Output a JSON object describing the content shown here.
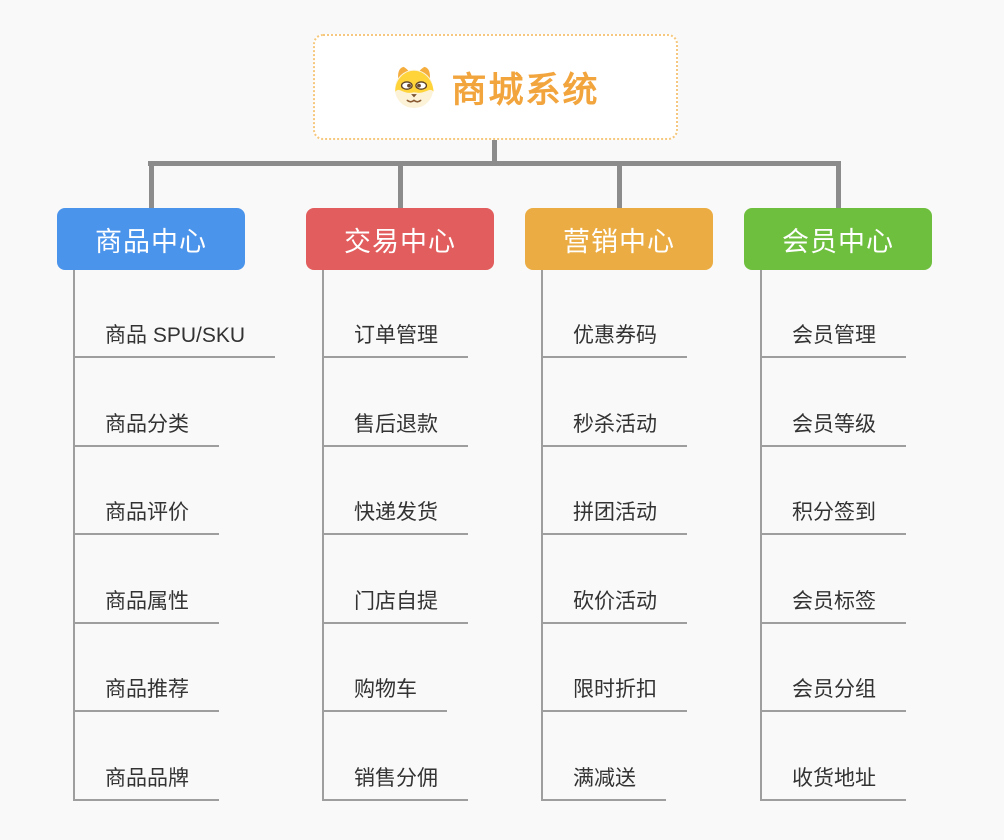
{
  "diagram": {
    "root": {
      "title": "商城系统",
      "icon": "dog-face-icon",
      "title_color": "#F2A43D",
      "border_color": "#F6C87D"
    },
    "branches": [
      {
        "label": "商品中心",
        "color": "#4B94EB",
        "children": [
          "商品 SPU/SKU",
          "商品分类",
          "商品评价",
          "商品属性",
          "商品推荐",
          "商品品牌"
        ]
      },
      {
        "label": "交易中心",
        "color": "#E25D5D",
        "children": [
          "订单管理",
          "售后退款",
          "快递发货",
          "门店自提",
          "购物车",
          "销售分佣"
        ]
      },
      {
        "label": "营销中心",
        "color": "#EBAD43",
        "children": [
          "优惠券码",
          "秒杀活动",
          "拼团活动",
          "砍价活动",
          "限时折扣",
          "满减送"
        ]
      },
      {
        "label": "会员中心",
        "color": "#6FBF3F",
        "children": [
          "会员管理",
          "会员等级",
          "积分签到",
          "会员标签",
          "会员分组",
          "收货地址"
        ]
      }
    ],
    "connector_color": "#8C8C8C",
    "underline_color": "#9E9E9E",
    "item_text_color": "#333333",
    "background_color": "#F9F9F9"
  }
}
